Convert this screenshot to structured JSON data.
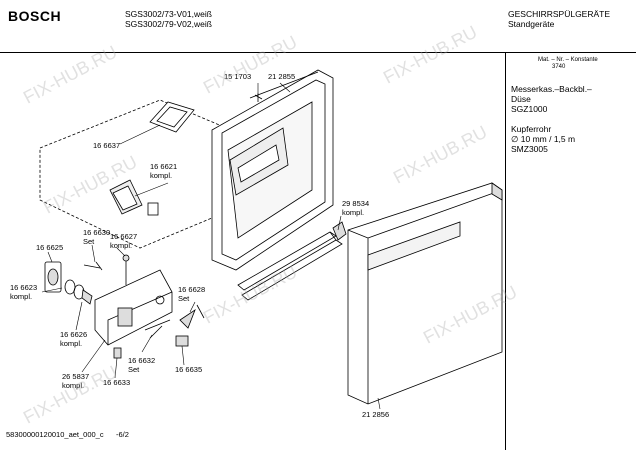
{
  "header": {
    "brand": "BOSCH",
    "models": [
      "SGS3002/73-V01,weiß",
      "SGS3002/79-V02,weiß"
    ],
    "category": "GESCHIRRSPÜLGERÄTE",
    "subcategory": "Standgeräte"
  },
  "side_panel": {
    "ident_top": "Mat. – Nr. – Konstante",
    "ident_bottom": "3740",
    "notes": [
      "Messerkas.–Backbl.–",
      "Düse",
      "SGZ1000",
      "",
      "Kupferrohr",
      "∅ 10 mm / 1,5 m",
      "SMZ3005"
    ]
  },
  "parts": [
    {
      "id": "151703",
      "lines": [
        "15 1703"
      ]
    },
    {
      "id": "212855",
      "lines": [
        "21 2855"
      ]
    },
    {
      "id": "166637",
      "lines": [
        "16 6637"
      ]
    },
    {
      "id": "166621",
      "lines": [
        "16 6621",
        "kompl."
      ]
    },
    {
      "id": "298534",
      "lines": [
        "29 8534",
        "kompl."
      ]
    },
    {
      "id": "166630",
      "lines": [
        "16 6630",
        "Set"
      ]
    },
    {
      "id": "166627",
      "lines": [
        "16 6627",
        "kompl."
      ]
    },
    {
      "id": "166625",
      "lines": [
        "16 6625"
      ]
    },
    {
      "id": "166623",
      "lines": [
        "16 6623",
        "kompl."
      ]
    },
    {
      "id": "166628",
      "lines": [
        "16 6628",
        "Set"
      ]
    },
    {
      "id": "166626",
      "lines": [
        "16 6626",
        "kompl."
      ]
    },
    {
      "id": "166632",
      "lines": [
        "16 6632",
        "Set"
      ]
    },
    {
      "id": "166635",
      "lines": [
        "16 6635"
      ]
    },
    {
      "id": "265837",
      "lines": [
        "26 5837",
        "kompl."
      ]
    },
    {
      "id": "166633",
      "lines": [
        "16 6633"
      ]
    },
    {
      "id": "212856",
      "lines": [
        "21 2856"
      ]
    }
  ],
  "footer": {
    "doc_id": "58300000120010_aet_000_c",
    "page": "-6/2"
  },
  "watermark": "FIX-HUB.RU"
}
